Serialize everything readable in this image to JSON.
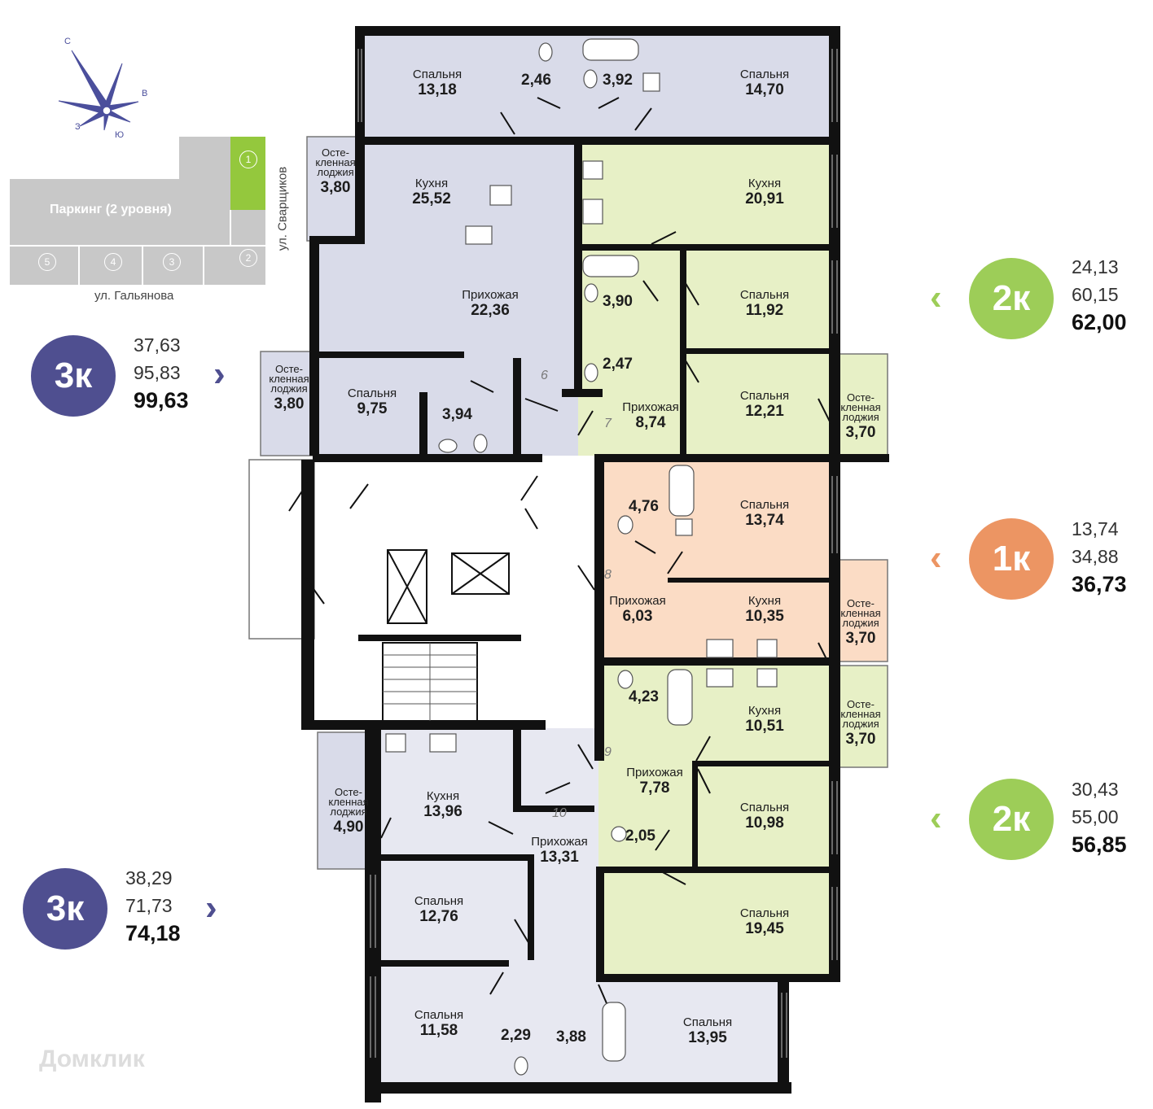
{
  "colors": {
    "blue": "#d9dbe9",
    "green": "#e7f0c6",
    "orange": "#fbdcc5",
    "wall": "#111111",
    "badge_3k": "#4f4f90",
    "badge_2k": "#9dcd58",
    "badge_1k": "#ec9563"
  },
  "compass": {
    "n": "С",
    "e": "В",
    "s": "Ю",
    "w": "З"
  },
  "site_plan": {
    "parking_label": "Паркинг (2 уровня)",
    "street_bottom": "ул. Гальянова",
    "street_right": "ул. Сварщиков",
    "sections": [
      "1",
      "2",
      "3",
      "4",
      "5"
    ]
  },
  "apartment_numbers": [
    "6",
    "7",
    "8",
    "9",
    "10"
  ],
  "rooms": {
    "apt6_bed1": {
      "name": "Спальня",
      "area": "13,18"
    },
    "apt6_kitchen": {
      "name": "Кухня",
      "area": "25,52"
    },
    "apt6_hall": {
      "name": "Прихожая",
      "area": "22,36"
    },
    "apt6_bed2": {
      "name": "Спальня",
      "area": "9,75"
    },
    "apt7_bed1": {
      "name": "Спальня",
      "area": "14,70"
    },
    "apt7_kitchen": {
      "name": "Кухня",
      "area": "20,91"
    },
    "apt7_bed2": {
      "name": "Спальня",
      "area": "11,92"
    },
    "apt7_bed3": {
      "name": "Спальня",
      "area": "12,21"
    },
    "apt7_hall": {
      "name": "Прихожая",
      "area": "8,74"
    },
    "apt8_bed": {
      "name": "Спальня",
      "area": "13,74"
    },
    "apt8_kitchen": {
      "name": "Кухня",
      "area": "10,35"
    },
    "apt8_hall": {
      "name": "Прихожая",
      "area": "6,03"
    },
    "apt9_kitchen": {
      "name": "Кухня",
      "area": "10,51"
    },
    "apt9_hall": {
      "name": "Прихожая",
      "area": "7,78"
    },
    "apt9_bed1": {
      "name": "Спальня",
      "area": "10,98"
    },
    "apt9_bed2": {
      "name": "Спальня",
      "area": "19,45"
    },
    "apt10_kitchen": {
      "name": "Кухня",
      "area": "13,96"
    },
    "apt10_hall": {
      "name": "Прихожая",
      "area": "13,31"
    },
    "apt10_bed1": {
      "name": "Спальня",
      "area": "12,76"
    },
    "apt10_bed2": {
      "name": "Спальня",
      "area": "11,58"
    },
    "apt10_bed3": {
      "name": "Спальня",
      "area": "13,95"
    }
  },
  "small_rooms": {
    "b1": "2,46",
    "b2": "3,92",
    "b3": "3,94",
    "b4": "3,90",
    "b5": "2,47",
    "b6": "4,76",
    "b7": "4,23",
    "b8": "2,05",
    "b9": "2,29",
    "b10": "3,88"
  },
  "loggia_label": "Осте-\nкленная\nлоджия",
  "loggias": {
    "l1": "3,80",
    "l2": "3,80",
    "l3": "3,70",
    "l4": "3,70",
    "l5": "3,70",
    "l6": "4,90"
  },
  "apartments": [
    {
      "badge": "3к",
      "living": "37,63",
      "useful": "95,83",
      "total": "99,63",
      "arrow": "›"
    },
    {
      "badge": "3к",
      "living": "38,29",
      "useful": "71,73",
      "total": "74,18",
      "arrow": "›"
    },
    {
      "badge": "2к",
      "living": "24,13",
      "useful": "60,15",
      "total": "62,00",
      "arrow": "‹"
    },
    {
      "badge": "1к",
      "living": "13,74",
      "useful": "34,88",
      "total": "36,73",
      "arrow": "‹"
    },
    {
      "badge": "2к",
      "living": "30,43",
      "useful": "55,00",
      "total": "56,85",
      "arrow": "‹"
    }
  ],
  "watermark": "Домклик"
}
